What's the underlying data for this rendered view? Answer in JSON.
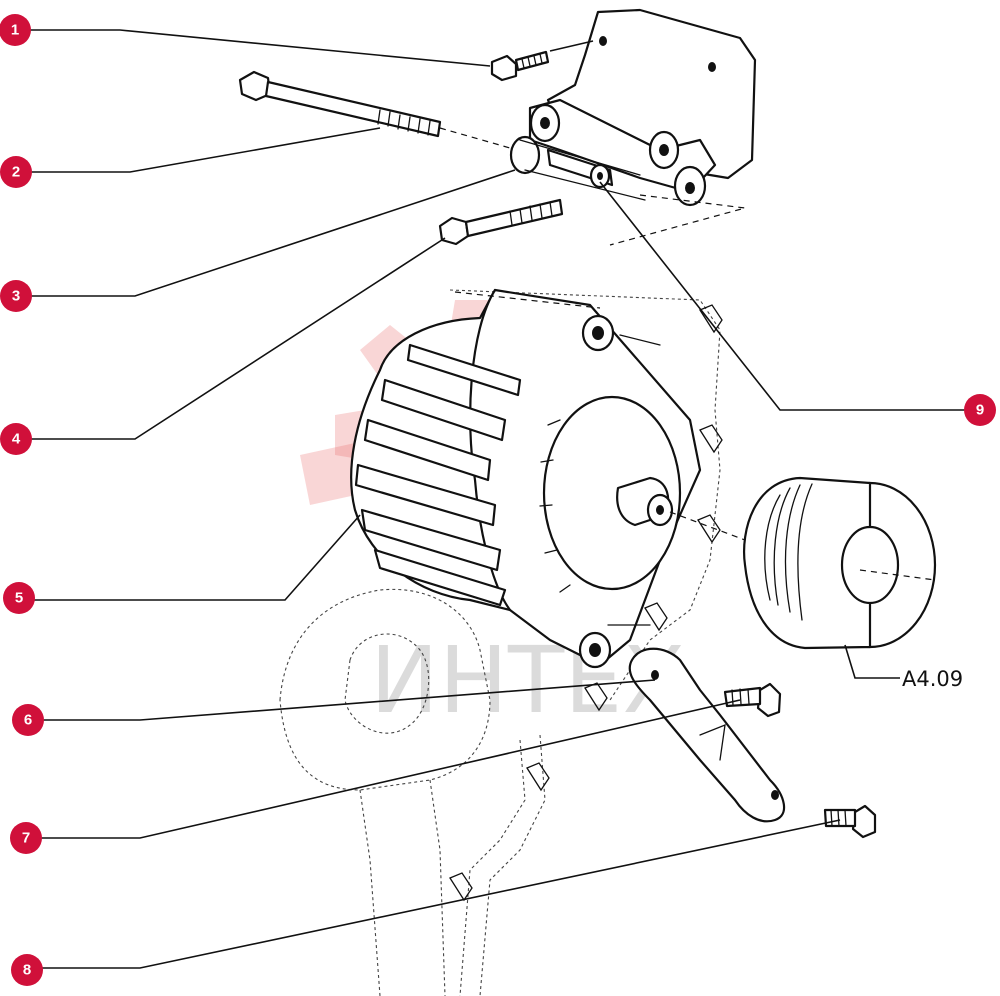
{
  "diagram": {
    "reference_label": "A4.09",
    "callouts": [
      {
        "number": "1"
      },
      {
        "number": "2"
      },
      {
        "number": "3"
      },
      {
        "number": "4"
      },
      {
        "number": "5"
      },
      {
        "number": "6"
      },
      {
        "number": "7"
      },
      {
        "number": "8"
      },
      {
        "number": "9"
      }
    ],
    "watermark_text": "ИНТЕХ",
    "colors": {
      "callout": "#d0103a",
      "ink": "#111111",
      "watermark": "#e86a6a"
    }
  }
}
